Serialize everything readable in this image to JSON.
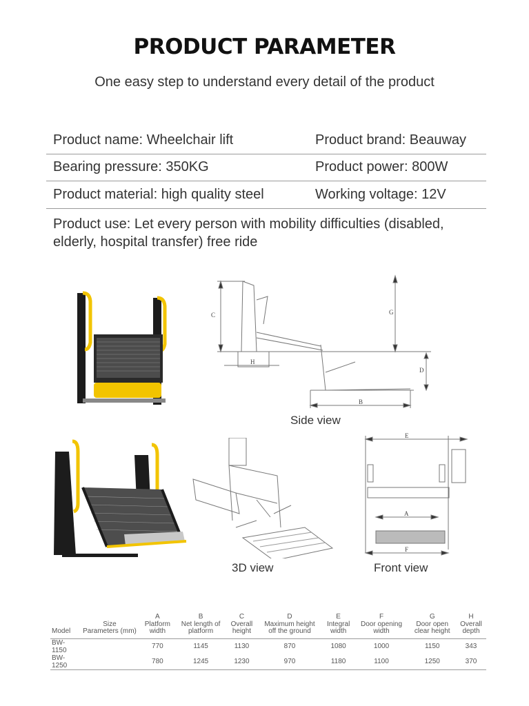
{
  "header": {
    "title": "PRODUCT PARAMETER",
    "subtitle": "One easy step to understand every detail of the product"
  },
  "specs": {
    "rows": [
      {
        "left": "Product name: Wheelchair lift",
        "right": "Product brand: Beauway"
      },
      {
        "left": "Bearing pressure: 350KG",
        "right": "Product power: 800W"
      },
      {
        "left": "Product material: high quality steel",
        "right": "Working voltage: 12V"
      }
    ],
    "use_line1": "Product use: Let every person with mobility difficulties (disabled,",
    "use_line2": "elderly, hospital transfer) free ride"
  },
  "figures": {
    "side_view_caption": "Side view",
    "view3d_caption": "3D view",
    "front_view_caption": "Front view",
    "dimension_labels": {
      "A": "A",
      "B": "B",
      "C": "C",
      "D": "D",
      "E": "E",
      "F": "F",
      "G": "G",
      "H": "H"
    },
    "colors": {
      "frame": "#1c1c1c",
      "accent": "#f2c400",
      "mesh": "#555555",
      "drawing": "#777777"
    }
  },
  "dimensions_table": {
    "headers": [
      {
        "letter": "",
        "line1": "",
        "line2": "Model"
      },
      {
        "letter": "",
        "line1": "Size",
        "line2": "Parameters (mm)"
      },
      {
        "letter": "A",
        "line1": "Platform",
        "line2": "width"
      },
      {
        "letter": "B",
        "line1": "Net length of",
        "line2": "platform"
      },
      {
        "letter": "C",
        "line1": "Overall",
        "line2": "height"
      },
      {
        "letter": "D",
        "line1": "Maximum height",
        "line2": "off the ground"
      },
      {
        "letter": "E",
        "line1": "Integral",
        "line2": "width"
      },
      {
        "letter": "F",
        "line1": "Door opening",
        "line2": "width"
      },
      {
        "letter": "G",
        "line1": "Door open",
        "line2": "clear height"
      },
      {
        "letter": "H",
        "line1": "Overall",
        "line2": "depth"
      }
    ],
    "rows": [
      [
        "BW-1150",
        "",
        "770",
        "1145",
        "1130",
        "870",
        "1080",
        "1000",
        "1150",
        "343"
      ],
      [
        "BW-1250",
        "",
        "780",
        "1245",
        "1230",
        "970",
        "1180",
        "1100",
        "1250",
        "370"
      ]
    ]
  }
}
